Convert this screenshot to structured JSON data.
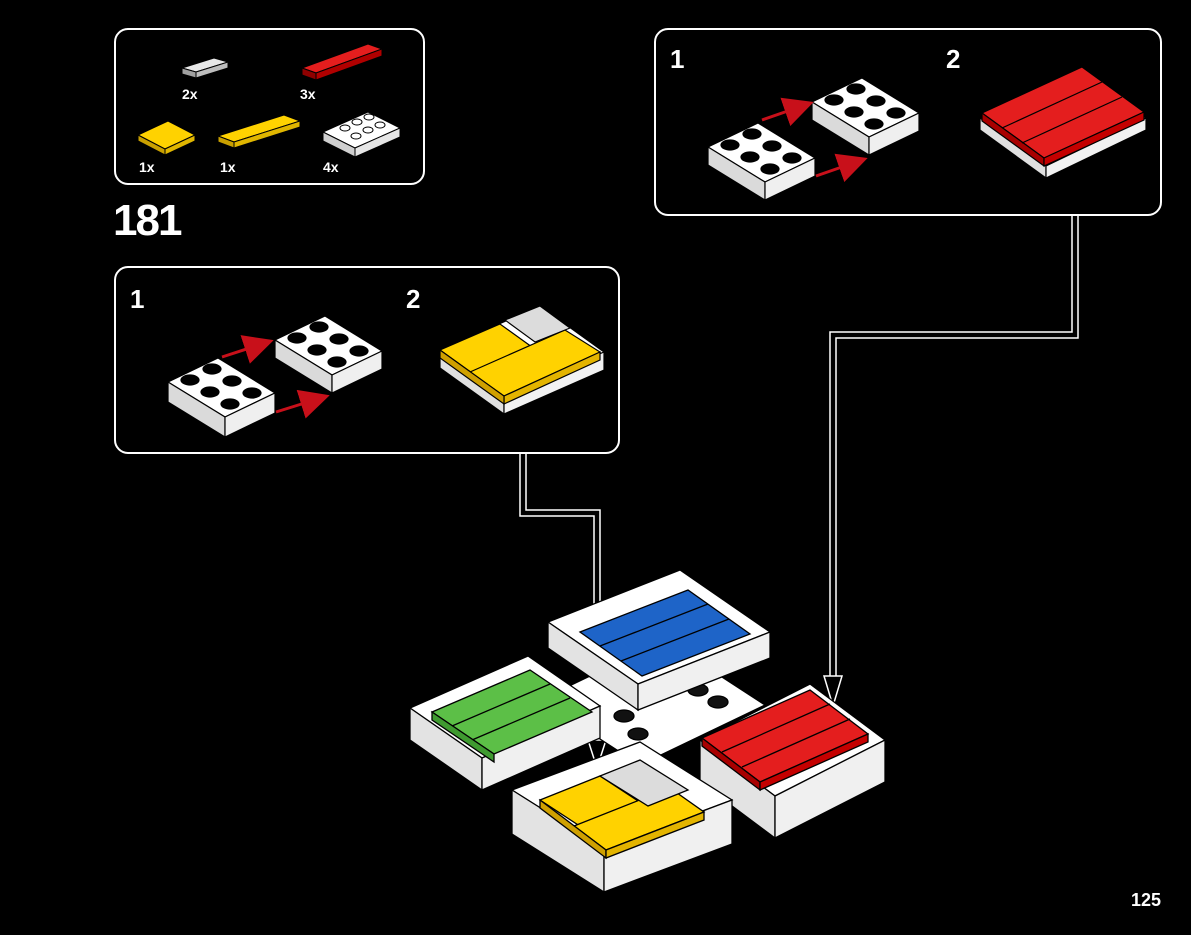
{
  "step_number": "181",
  "page_number": "125",
  "parts_list": [
    {
      "qty": "2x",
      "part": "light-gray-tile-1x2",
      "color": "#c8c8c8"
    },
    {
      "qty": "3x",
      "part": "red-tile-1x6",
      "color": "#d40000"
    },
    {
      "qty": "1x",
      "part": "yellow-tile-2x2",
      "color": "#ffd200"
    },
    {
      "qty": "1x",
      "part": "yellow-tile-1x4",
      "color": "#ffd200"
    },
    {
      "qty": "4x",
      "part": "white-plate-2x3",
      "color": "#ffffff"
    }
  ],
  "substep_yellow": {
    "labels": [
      "1",
      "2"
    ]
  },
  "substep_red": {
    "labels": [
      "1",
      "2"
    ]
  },
  "colors": {
    "background": "#000000",
    "white": "#ffffff",
    "red": "#d40000",
    "yellow": "#ffd200",
    "green": "#5cbf47",
    "blue": "#1e64c8",
    "gray": "#c8c8c8",
    "arrow": "#c8101a"
  }
}
